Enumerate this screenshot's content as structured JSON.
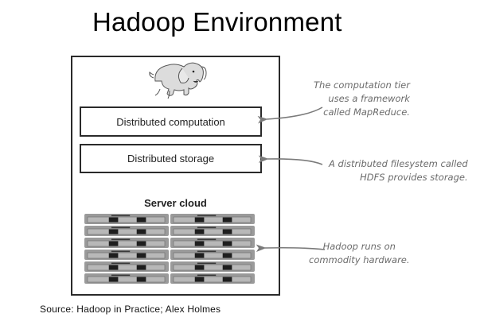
{
  "title": "Hadoop Environment",
  "diagram": {
    "logo_icon": "hadoop-elephant-icon",
    "tiers": [
      {
        "label": "Distributed computation"
      },
      {
        "label": "Distributed storage"
      }
    ],
    "server_cloud": {
      "label": "Server cloud",
      "rows": 6,
      "columns": 2
    },
    "annotations": [
      {
        "lines": [
          "The computation tier",
          "uses a framework",
          "called MapReduce."
        ],
        "points_to": "Distributed computation"
      },
      {
        "lines": [
          "A distributed filesystem called",
          "HDFS provides storage."
        ],
        "points_to": "Distributed storage"
      },
      {
        "lines": [
          "Hadoop runs on",
          "commodity hardware."
        ],
        "points_to": "Server cloud"
      }
    ],
    "colors": {
      "box_border": "#2a2a2a",
      "annotation_text": "#6b6b6b",
      "arrow": "#7a7a7a",
      "elephant_fill": "#d9d9d9",
      "server_body": "#9a9a9a",
      "server_slot": "#1e1e1e"
    }
  },
  "source": "Source: Hadoop in Practice; Alex Holmes"
}
